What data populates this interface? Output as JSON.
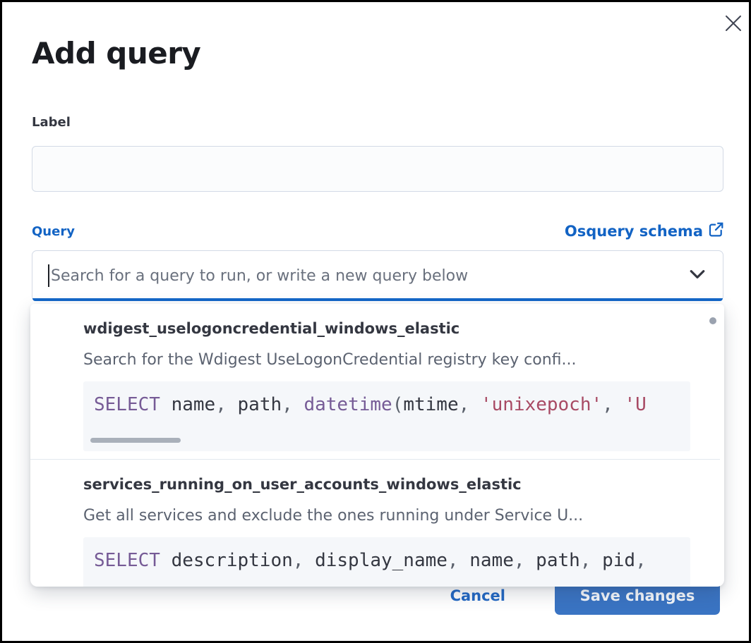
{
  "modal": {
    "title": "Add query",
    "label_field": {
      "label": "Label",
      "value": ""
    },
    "query_field": {
      "label": "Query",
      "schema_link_text": "Osquery schema",
      "placeholder": "Search for a query to run, or write a new query below"
    },
    "footer": {
      "cancel_label": "Cancel",
      "save_label": "Save changes"
    }
  },
  "dropdown": {
    "options": [
      {
        "title": "wdigest_uselogoncredential_windows_elastic",
        "description": "Search for the Wdigest UseLogonCredential registry key confi...",
        "code_tokens": [
          [
            "kw",
            "SELECT"
          ],
          [
            "pl",
            " name"
          ],
          [
            "pu",
            ","
          ],
          [
            "pl",
            " path"
          ],
          [
            "pu",
            ","
          ],
          [
            "pl",
            " "
          ],
          [
            "kw",
            "datetime"
          ],
          [
            "pu",
            "("
          ],
          [
            "pl",
            "mtime"
          ],
          [
            "pu",
            ","
          ],
          [
            "pl",
            " "
          ],
          [
            "str",
            "'unixepoch'"
          ],
          [
            "pu",
            ","
          ],
          [
            "pl",
            " "
          ],
          [
            "str",
            "'U"
          ]
        ],
        "has_hscrollbar": true
      },
      {
        "title": "services_running_on_user_accounts_windows_elastic",
        "description": "Get all services and exclude the ones running under Service U...",
        "code_tokens": [
          [
            "kw",
            "SELECT"
          ],
          [
            "pl",
            " description"
          ],
          [
            "pu",
            ","
          ],
          [
            "pl",
            " display_name"
          ],
          [
            "pu",
            ","
          ],
          [
            "pl",
            " name"
          ],
          [
            "pu",
            ","
          ],
          [
            "pl",
            " path"
          ],
          [
            "pu",
            ","
          ],
          [
            "pl",
            " pid"
          ],
          [
            "pu",
            ","
          ]
        ],
        "has_hscrollbar": false
      }
    ]
  },
  "colors": {
    "link_blue": "#1263c4",
    "focus_underline": "#1467c8",
    "save_button": "#3a74c3",
    "code_keyword": "#765b96",
    "code_string": "#a84a64",
    "code_background": "#f5f7fa"
  }
}
